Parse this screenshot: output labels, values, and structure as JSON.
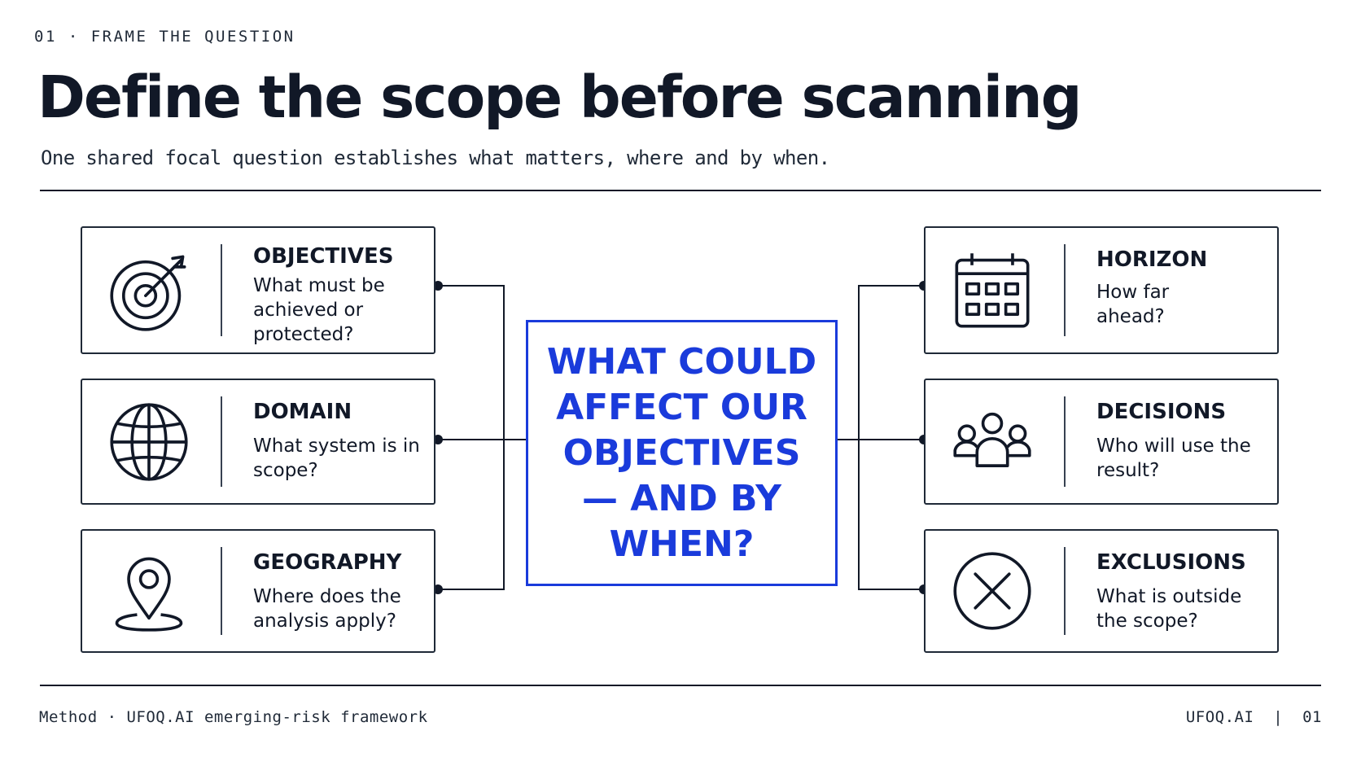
{
  "header": {
    "eyebrow": "01 · FRAME THE QUESTION",
    "title": "Define the scope before scanning",
    "subtitle": "One shared focal question establishes what matters, where and by when."
  },
  "focal_question": "WHAT COULD AFFECT OUR OBJECTIVES — AND BY WHEN?",
  "left_cards": [
    {
      "icon": "target-icon",
      "label": "OBJECTIVES",
      "desc": "What must be achieved or protected?"
    },
    {
      "icon": "globe-icon",
      "label": "DOMAIN",
      "desc": "What system is in scope?"
    },
    {
      "icon": "map-pin-icon",
      "label": "GEOGRAPHY",
      "desc": "Where does the analysis apply?"
    }
  ],
  "right_cards": [
    {
      "icon": "calendar-icon",
      "label": "HORIZON",
      "desc": "How far ahead?"
    },
    {
      "icon": "people-icon",
      "label": "DECISIONS",
      "desc": "Who will use the result?"
    },
    {
      "icon": "x-circle-icon",
      "label": "EXCLUSIONS",
      "desc": "What is outside the scope?"
    }
  ],
  "footer": {
    "left": "Method · UFOQ.AI emerging-risk framework",
    "right": "UFOQ.AI  |  01"
  },
  "colors": {
    "accent": "#1a3bdb",
    "ink": "#111827"
  }
}
